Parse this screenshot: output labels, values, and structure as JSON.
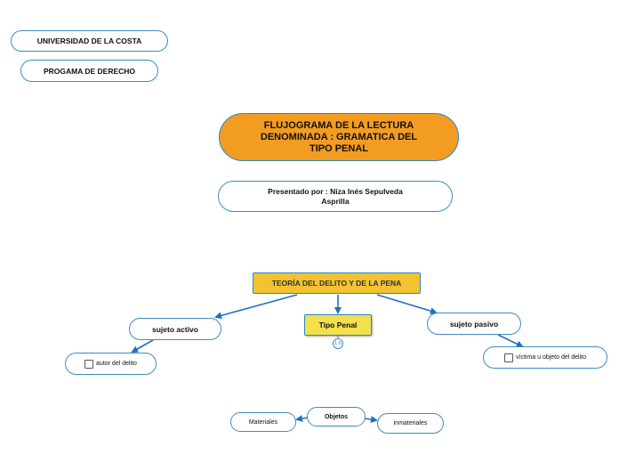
{
  "header": {
    "university": "UNIVERSIDAD DE LA COSTA",
    "program": "PROGAMA DE DERECHO"
  },
  "title": {
    "line1": "FLUJOGRAMA  DE LA LECTURA",
    "line2": "DENOMINADA : GRAMATICA DEL",
    "line3": "TIPO PENAL"
  },
  "presenter": {
    "line1": "Presentado por : Niza Inés Sepulveda",
    "line2": "Asprilla"
  },
  "diagram": {
    "root": "TEORÍA DEL DELITO  Y DE LA PENA",
    "center": "Tipo  Penal",
    "center_badge": "1:6",
    "left": "sujeto activo",
    "left_child": "autor del delito",
    "right": "sujeto pasivo",
    "right_child": "víctima u objeto del delito",
    "objects": "Objetos",
    "objects_left": "Materiales",
    "objects_right": "inmateriales"
  },
  "colors": {
    "link": "#1e6fc2",
    "border": "#3c8dc5",
    "title_fill": "#f29c22",
    "root_fill": "#f2c230",
    "center_fill": "#f4e04d"
  }
}
